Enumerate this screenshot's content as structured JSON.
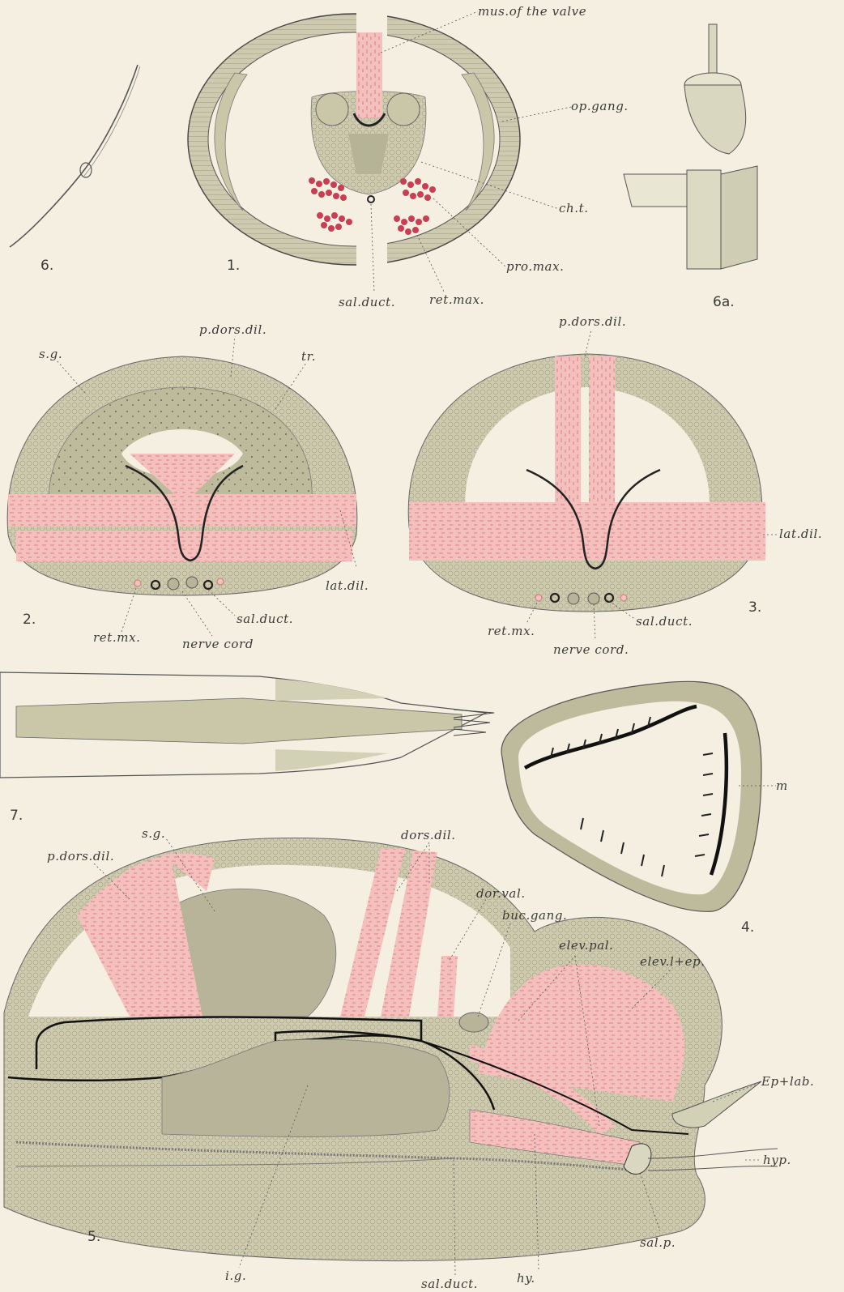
{
  "colors": {
    "paper": "#f4efe1",
    "tissue": "#c9c7a8",
    "tissue_dark": "#a9a788",
    "muscle": "#f0b8b5",
    "muscle_stroke": "#d8787a",
    "cuticle": "#2a2a28",
    "nerve": "#b7b49a"
  },
  "figure_numbers": {
    "f1": "1.",
    "f2": "2.",
    "f3": "3.",
    "f4": "4.",
    "f5": "5.",
    "f6": "6.",
    "f6a": "6a.",
    "f7": "7."
  },
  "labels": {
    "mus_valve": "mus.of the valve",
    "op_gang": "op.gang.",
    "ch_t": "ch.t.",
    "pro_max": "pro.max.",
    "ret_max": "ret.max.",
    "sal_duct_1": "sal.duct.",
    "sg_2": "s.g.",
    "pdorsdil_2": "p.dors.dil.",
    "tr": "tr.",
    "latdil_2": "lat.dil.",
    "salduct_2": "sal.duct.",
    "retmx_2": "ret.mx.",
    "nervecord_2": "nerve cord",
    "pdorsdil_3": "p.dors.dil.",
    "latdil_3": "lat.dil.",
    "salduct_3": "sal.duct.",
    "retmx_3": "ret.mx.",
    "nervecord_3": "nerve cord.",
    "m_4": "m",
    "sg_5": "s.g.",
    "pdorsdil_5": "p.dors.dil.",
    "dorsdil_5": "dors.dil.",
    "dorval": "dor.val.",
    "bucgang": "buc.gang.",
    "elevpal": "elev.pal.",
    "elevlep": "elev.l+ep.",
    "eplab": "Ep+lab.",
    "hyp": "hyp.",
    "salp": "sal.p.",
    "hy": "hy.",
    "salduct_5": "sal.duct.",
    "ig": "i.g."
  }
}
